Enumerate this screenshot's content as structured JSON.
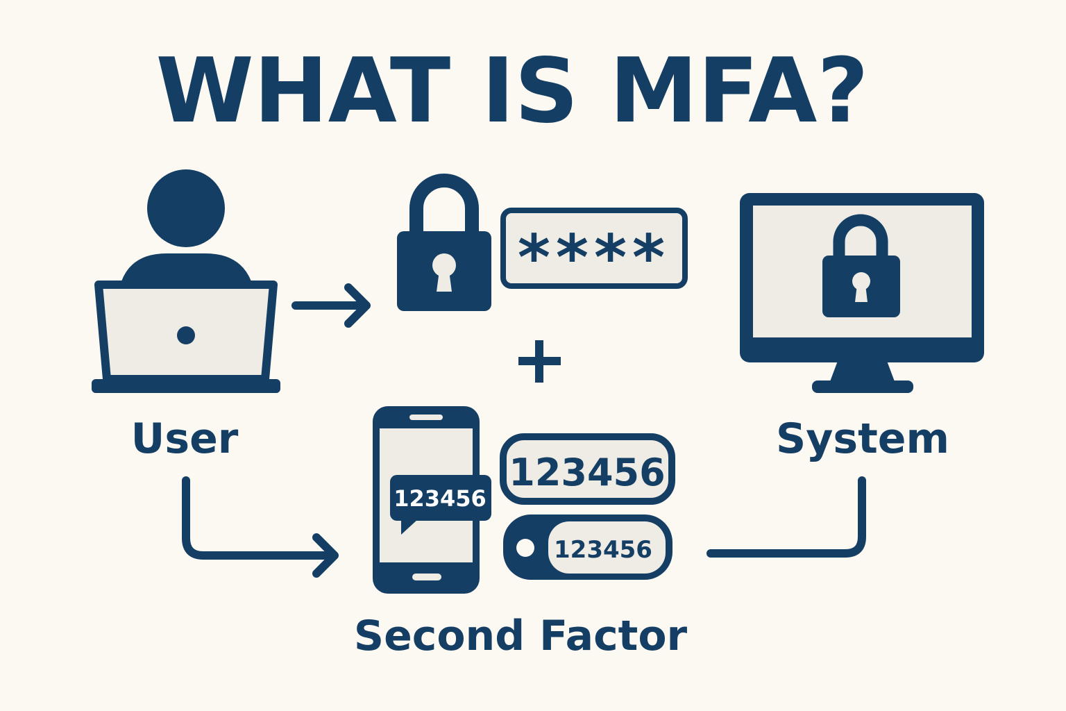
{
  "title": "WHAT IS MFA?",
  "labels": {
    "user": "User",
    "system": "System",
    "second_factor": "Second Factor"
  },
  "password_mask": "****",
  "codes": {
    "sms": "123456",
    "authenticator": "123456",
    "token": "123456"
  },
  "colors": {
    "navy": "#143e63",
    "background": "#fcf8f2",
    "light_fill": "#efebe5"
  }
}
